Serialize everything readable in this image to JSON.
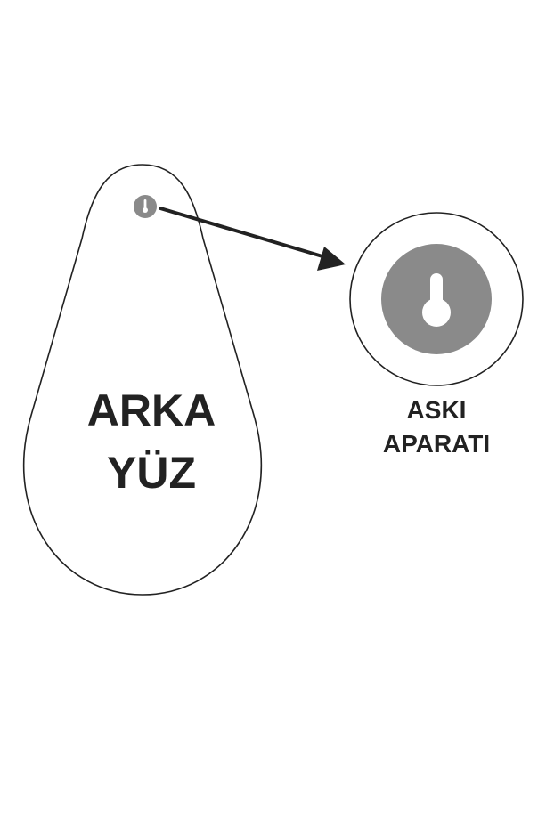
{
  "tag": {
    "label_line1": "ARKA",
    "label_line2": "YÜZ"
  },
  "detail": {
    "label_line1": "ASKI",
    "label_line2": "APARATI"
  },
  "icons": {
    "hanger": "keyhole-hanger-icon",
    "arrow": "arrow-right-icon"
  },
  "colors": {
    "outline": "#222222",
    "hanger_fill": "#8a8a8a",
    "text": "#222222",
    "background": "#ffffff"
  }
}
